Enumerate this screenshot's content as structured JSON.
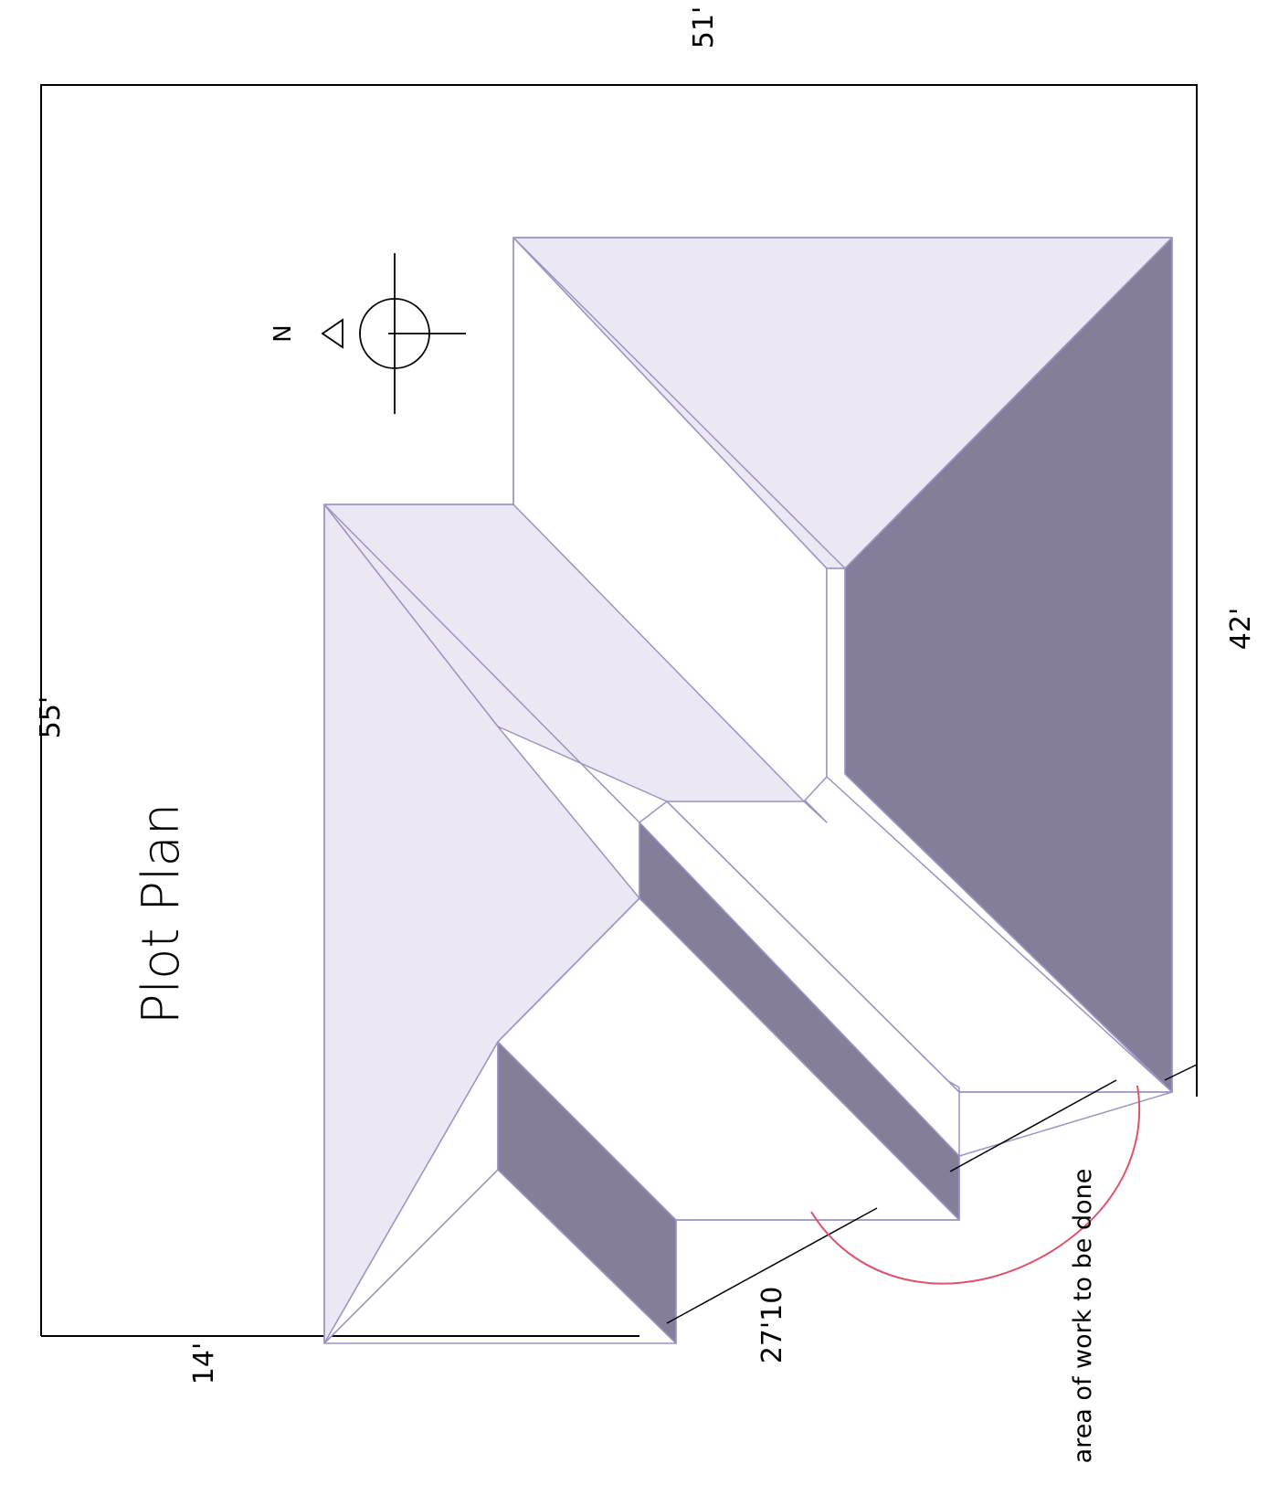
{
  "title": "Plot Plan",
  "dimensions": {
    "top": "51'",
    "left": "55'",
    "bottom": "14'",
    "right": "42'",
    "width_label": "27'10"
  },
  "north_label": "N",
  "note": "area of work to be done",
  "colors": {
    "line": "#000000",
    "roof_outline": "#9b93c4",
    "roof_light": "#ece8f3",
    "roof_dark": "#857e98",
    "roof_white": "#ffffff",
    "work_area_arc": "#e0506a"
  }
}
